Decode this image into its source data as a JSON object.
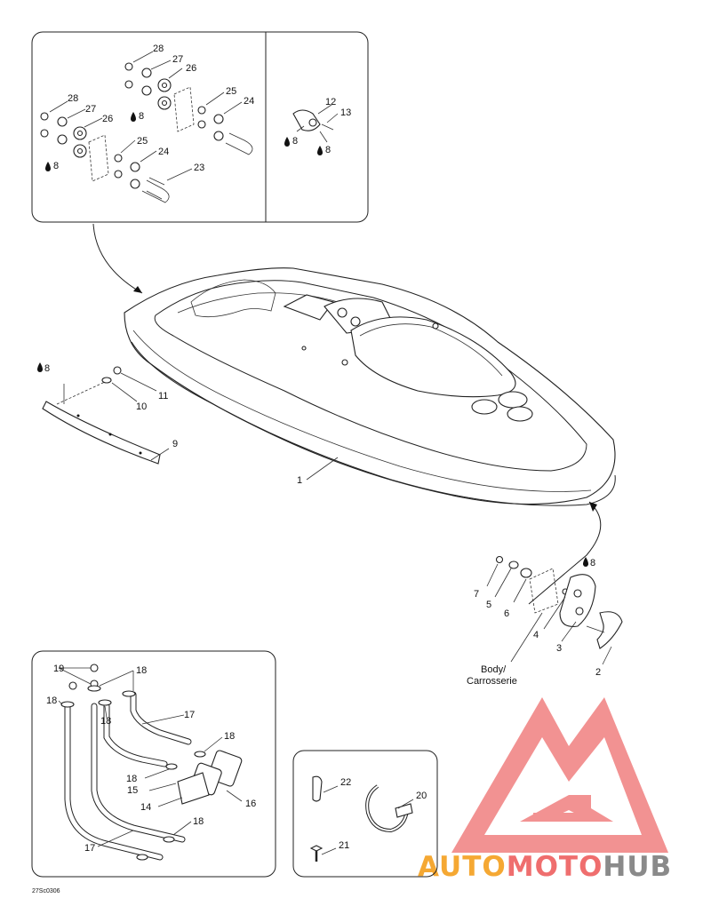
{
  "diagram_code": "27Sc0306",
  "body_label": {
    "line1": "Body/",
    "line2": "Carrosserie"
  },
  "drop_symbol": "8",
  "part_numbers": {
    "p1": "1",
    "p2": "2",
    "p3": "3",
    "p4": "4",
    "p5": "5",
    "p6": "6",
    "p7": "7",
    "p9": "9",
    "p10": "10",
    "p11": "11",
    "p12": "12",
    "p13": "13",
    "p14": "14",
    "p15": "15",
    "p16": "16",
    "p17": "17",
    "p18": "18",
    "p19": "19",
    "p20": "20",
    "p21": "21",
    "p22": "22",
    "p23": "23",
    "p24": "24",
    "p25": "25",
    "p26": "26",
    "p27": "27",
    "p28": "28"
  },
  "watermark": {
    "part1": "AUTO",
    "part2": "MOTO",
    "part3": "HUB",
    "color1": "#f5a833",
    "color2": "#ef6e6e",
    "color3": "#8a8a8a"
  },
  "colors": {
    "line": "#222222",
    "logo_red": "#f08080"
  }
}
